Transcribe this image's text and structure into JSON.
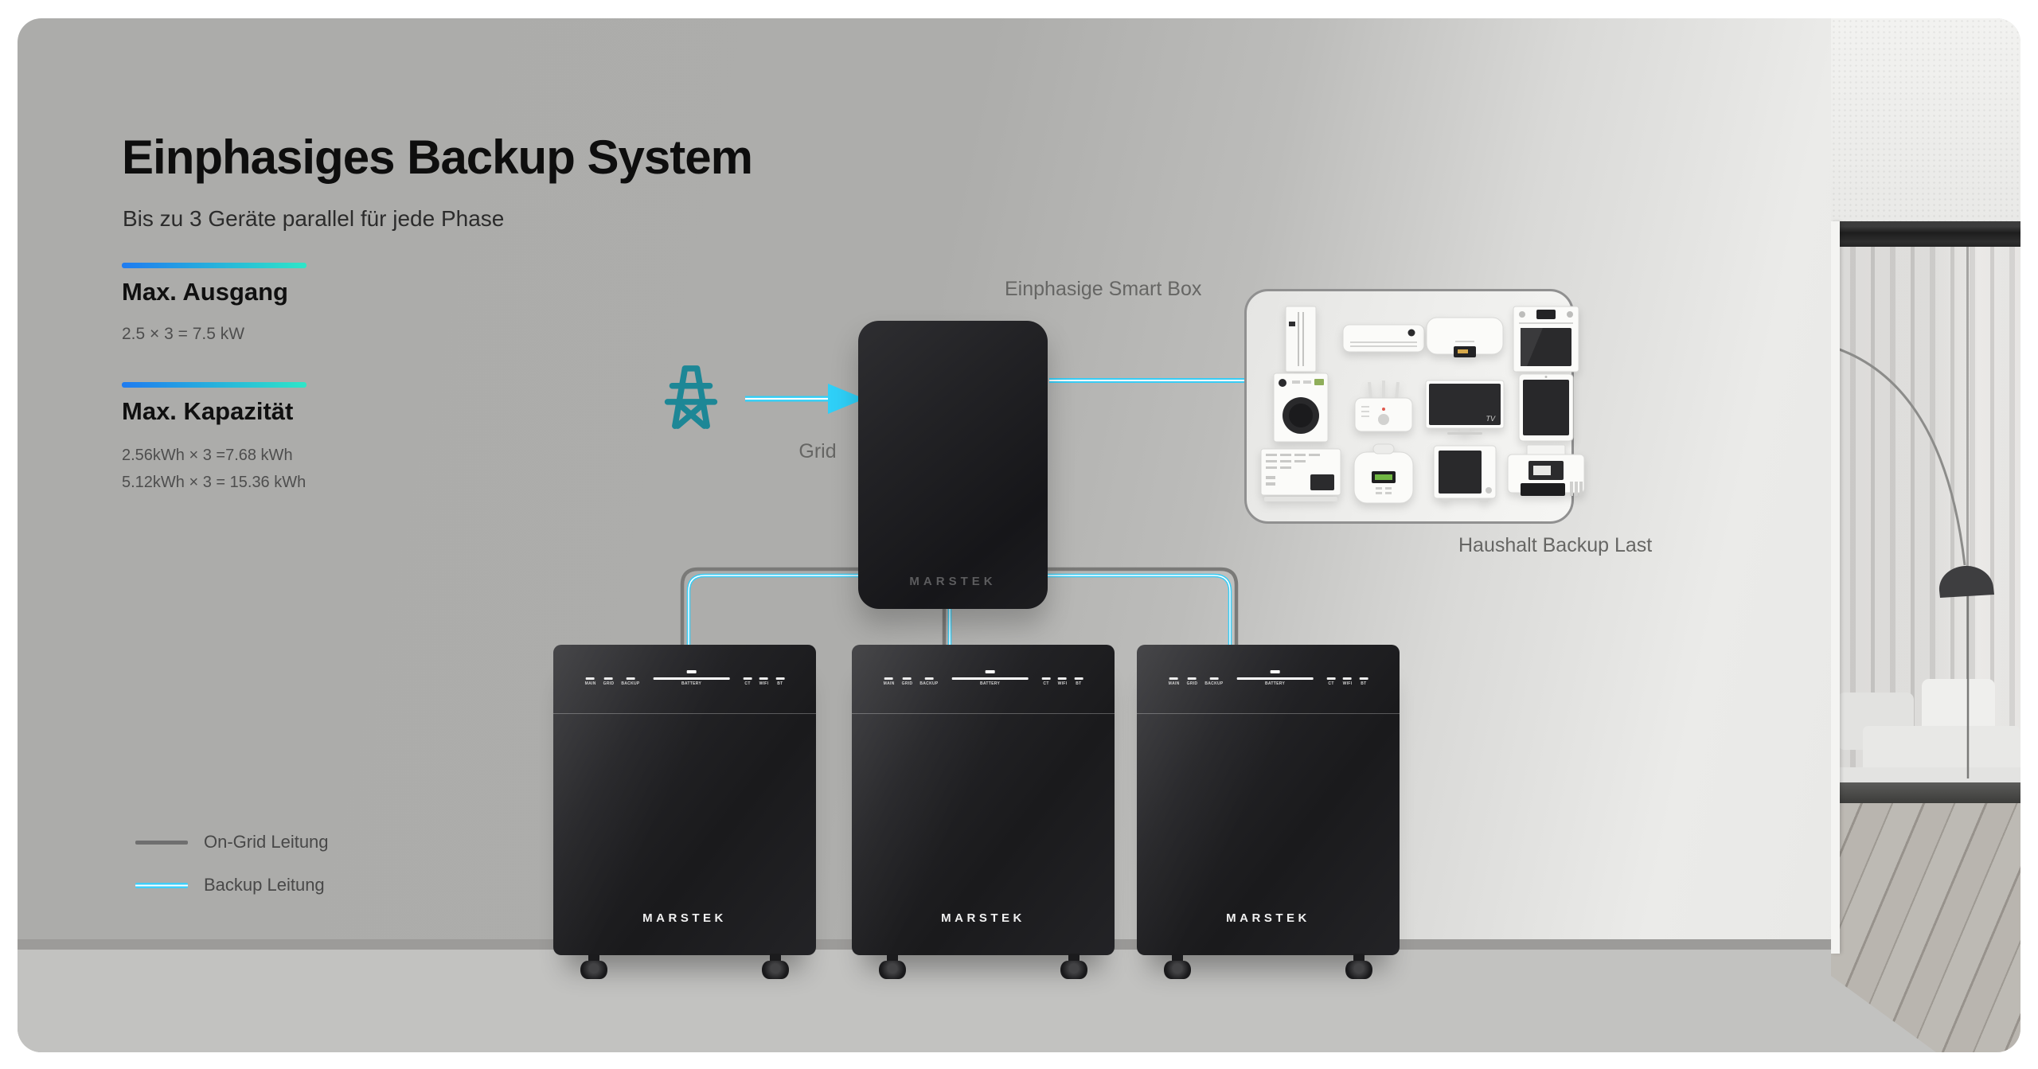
{
  "header": {
    "title": "Einphasiges Backup System",
    "subtitle": "Bis zu 3 Geräte parallel für jede Phase"
  },
  "specs": [
    {
      "heading": "Max. Ausgang",
      "lines": [
        "2.5 × 3 = 7.5 kW"
      ]
    },
    {
      "heading": "Max. Kapazität",
      "lines": [
        "2.56kWh × 3 =7.68 kWh",
        "5.12kWh × 3 = 15.36 kWh"
      ]
    }
  ],
  "diagram": {
    "grid_label": "Grid",
    "smart_box": {
      "label": "Einphasige Smart Box",
      "brand": "MARSTEK"
    },
    "backup_panel": {
      "label": "Haushalt Backup Last",
      "tv_text": "TV",
      "appliance_icons": [
        "refrigerator",
        "air-conditioner",
        "water-heater",
        "oven",
        "washing-machine",
        "router",
        "tv",
        "tablet",
        "radiator",
        "rice-cooker",
        "microwave",
        "printer"
      ]
    },
    "battery": {
      "count": 3,
      "brand": "MARSTEK",
      "indicators": {
        "left": [
          "MAIN",
          "GRID",
          "BACKUP"
        ],
        "center": "BATTERY",
        "right": [
          "CT",
          "WIFI",
          "BT"
        ]
      }
    }
  },
  "legend": [
    {
      "label": "On-Grid Leitung",
      "color": "#6f6f6f"
    },
    {
      "label": "Backup Leitung",
      "color": "#3fcdf7"
    }
  ],
  "colors": {
    "accent_start": "#1f7bf0",
    "accent_end": "#2ee6c8",
    "backup_cable": "#38cdf6",
    "ongrid_cable": "#7a7a78",
    "grid_icon": "#1d8796"
  }
}
